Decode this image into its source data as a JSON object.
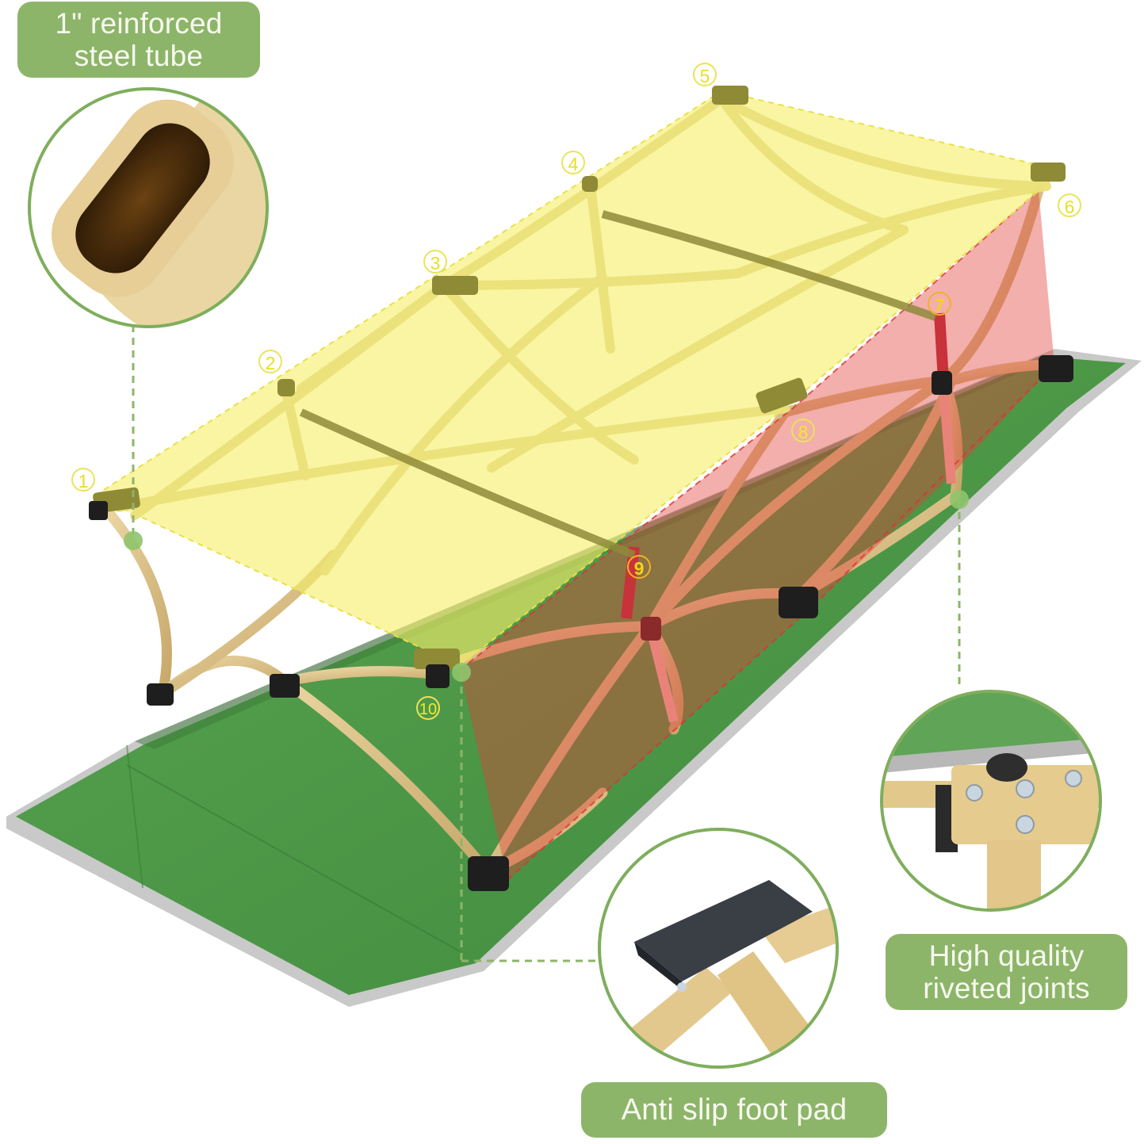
{
  "callouts": {
    "tube": {
      "line1": "1\" reinforced",
      "line2": "steel tube"
    },
    "riveted": {
      "line1": "High quality",
      "line2": "riveted joints"
    },
    "footpad": {
      "text": "Anti slip foot pad"
    }
  },
  "frame_points": [
    {
      "id": "1",
      "label": "1"
    },
    {
      "id": "2",
      "label": "2"
    },
    {
      "id": "3",
      "label": "3"
    },
    {
      "id": "4",
      "label": "4"
    },
    {
      "id": "5",
      "label": "5"
    },
    {
      "id": "6",
      "label": "6"
    },
    {
      "id": "7",
      "label": "7"
    },
    {
      "id": "8",
      "label": "8"
    },
    {
      "id": "9",
      "label": "9"
    },
    {
      "id": "10",
      "label": "10"
    }
  ],
  "colors": {
    "label_bg": "#8db56a",
    "label_text": "#f7f9ef",
    "circle_border": "#7fae5d",
    "fabric_green": "#4f9a4a",
    "tube_tan": "#e3cc98",
    "overlay_yellow": "#f5ef6a",
    "overlay_red": "#e0403a",
    "marker_yellow": "#e8de22"
  }
}
